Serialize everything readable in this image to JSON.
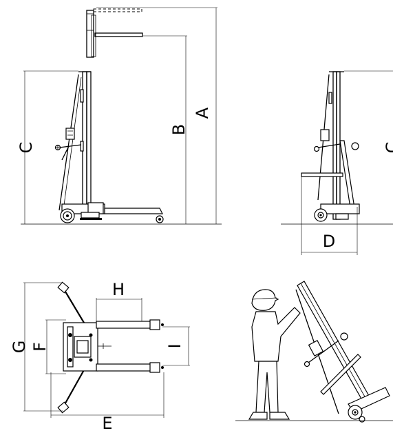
{
  "labels": {
    "A": "A",
    "B": "B",
    "C_left": "C",
    "C_right": "C",
    "D": "D",
    "E": "E",
    "F": "F",
    "G": "G",
    "H": "H",
    "I": "I"
  }
}
